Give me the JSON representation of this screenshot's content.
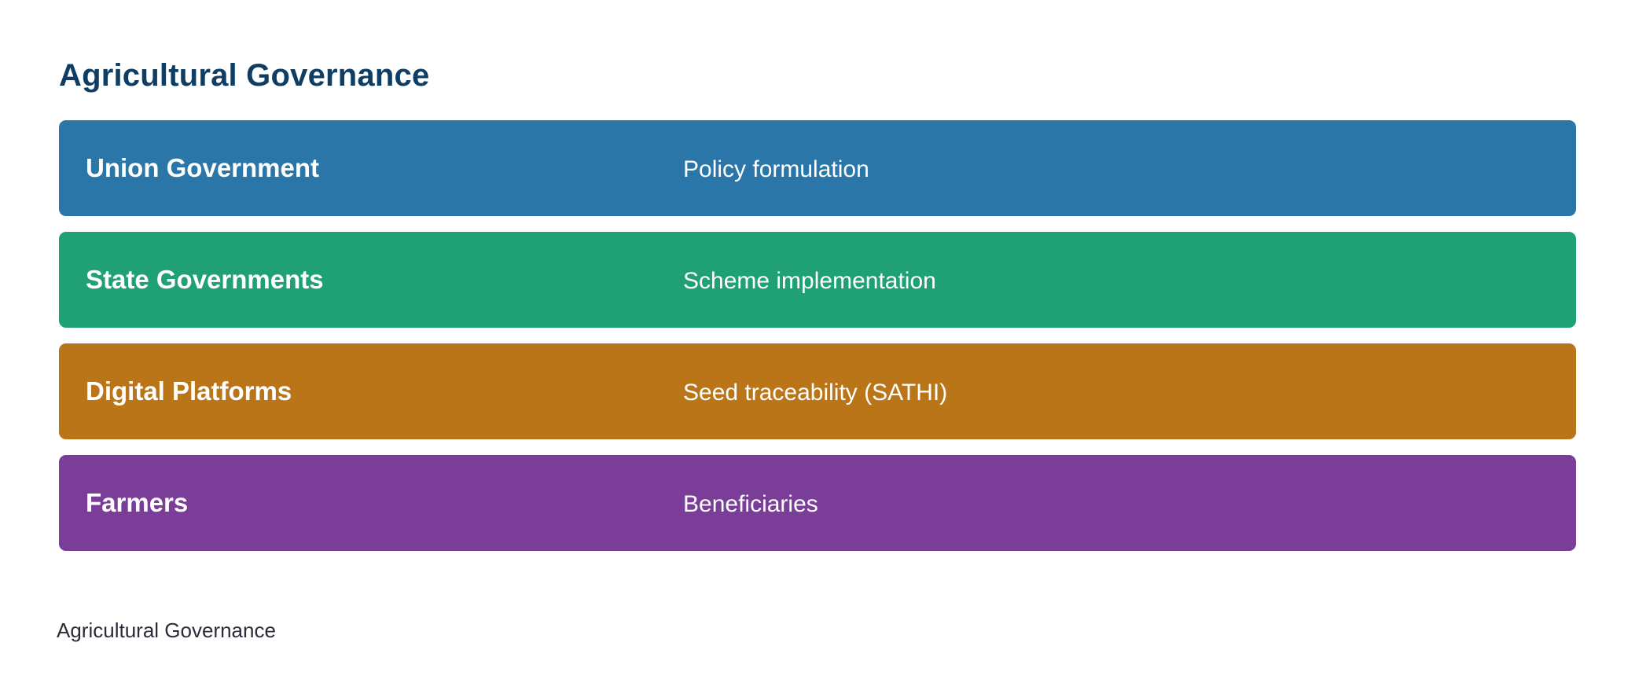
{
  "title": "Agricultural Governance",
  "colors": {
    "title": "#0f3d63",
    "footer": "#2b2b3a"
  },
  "rows": [
    {
      "label": "Union Government",
      "description": "Policy formulation",
      "color": "#2a76a8"
    },
    {
      "label": "State Governments",
      "description": "Scheme implementation",
      "color": "#20a175"
    },
    {
      "label": "Digital Platforms",
      "description": "Seed traceability (SATHI)",
      "color": "#bb7519"
    },
    {
      "label": "Farmers",
      "description": "Beneficiaries",
      "color": "#7b3e98"
    }
  ],
  "footer": "Agricultural Governance"
}
